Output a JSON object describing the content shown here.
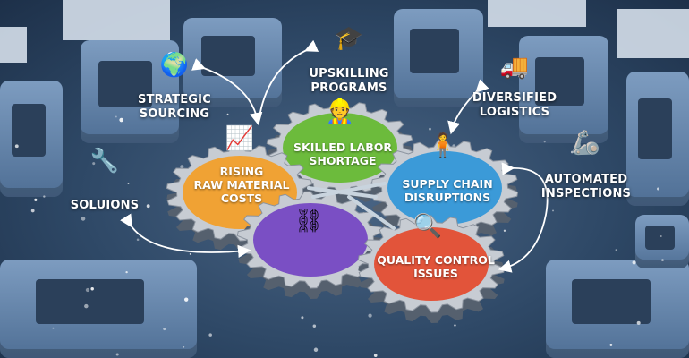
{
  "solutions": {
    "strategic_sourcing": "STRATEGIC\nSOURCING",
    "upskilling_programs": "UPSKILLING\nPROGRAMS",
    "diversified_logistics": "DIVERSIFIED\nLOGISTICS",
    "automated_inspections": "AUTOMATED\nINSPECTIONS",
    "solutions_label": "SOLUIONS"
  },
  "challenges": {
    "rising_costs": "RISING\nRAW MATERIAL\nCOSTS",
    "skilled_labor": "SKILLED LABOR\nSHORTAGE",
    "supply_chain": "SUPPLY CHAIN\nDISRUPTIONS",
    "quality_control": "QUALITY CONTROL\nISSUES"
  },
  "colors": {
    "orange": "#f0a234",
    "green": "#6cbb3c",
    "blue": "#3b9ad8",
    "purple": "#7a4fc4",
    "red": "#e2543a"
  }
}
